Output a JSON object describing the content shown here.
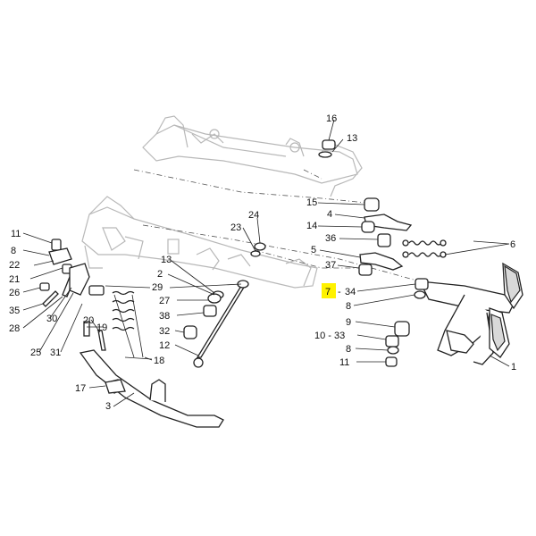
{
  "labels": {
    "l1": "1",
    "l2": "2",
    "l3": "3",
    "l4": "4",
    "l5": "5",
    "l6": "6",
    "l7": "7",
    "l7sep": "-",
    "l34": "34",
    "l8a": "8",
    "l8b": "8",
    "l8c": "8",
    "l9": "9",
    "l10_33": "10 - 33",
    "l11a": "11",
    "l11b": "11",
    "l12": "12",
    "l13a": "13",
    "l13b": "13",
    "l14": "14",
    "l15": "15",
    "l16": "16",
    "l17": "17",
    "l18": "18",
    "l19": "19",
    "l20": "20",
    "l21": "21",
    "l22": "22",
    "l23": "23",
    "l24": "24",
    "l25": "25",
    "l26": "26",
    "l27": "27",
    "l28": "28",
    "l29": "29",
    "l30": "30",
    "l31": "31",
    "l32": "32",
    "l35": "35",
    "l36": "36",
    "l37": "37",
    "l38": "38"
  },
  "highlight_color": "#fff200"
}
